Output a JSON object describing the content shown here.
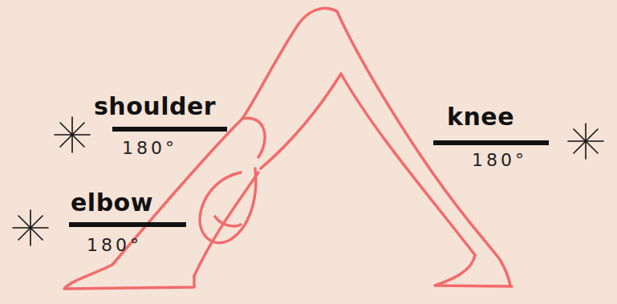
{
  "diagram": {
    "labels": [
      "shoulder",
      "180°",
      "elbow",
      "180°",
      "knee",
      "180°"
    ]
  }
}
